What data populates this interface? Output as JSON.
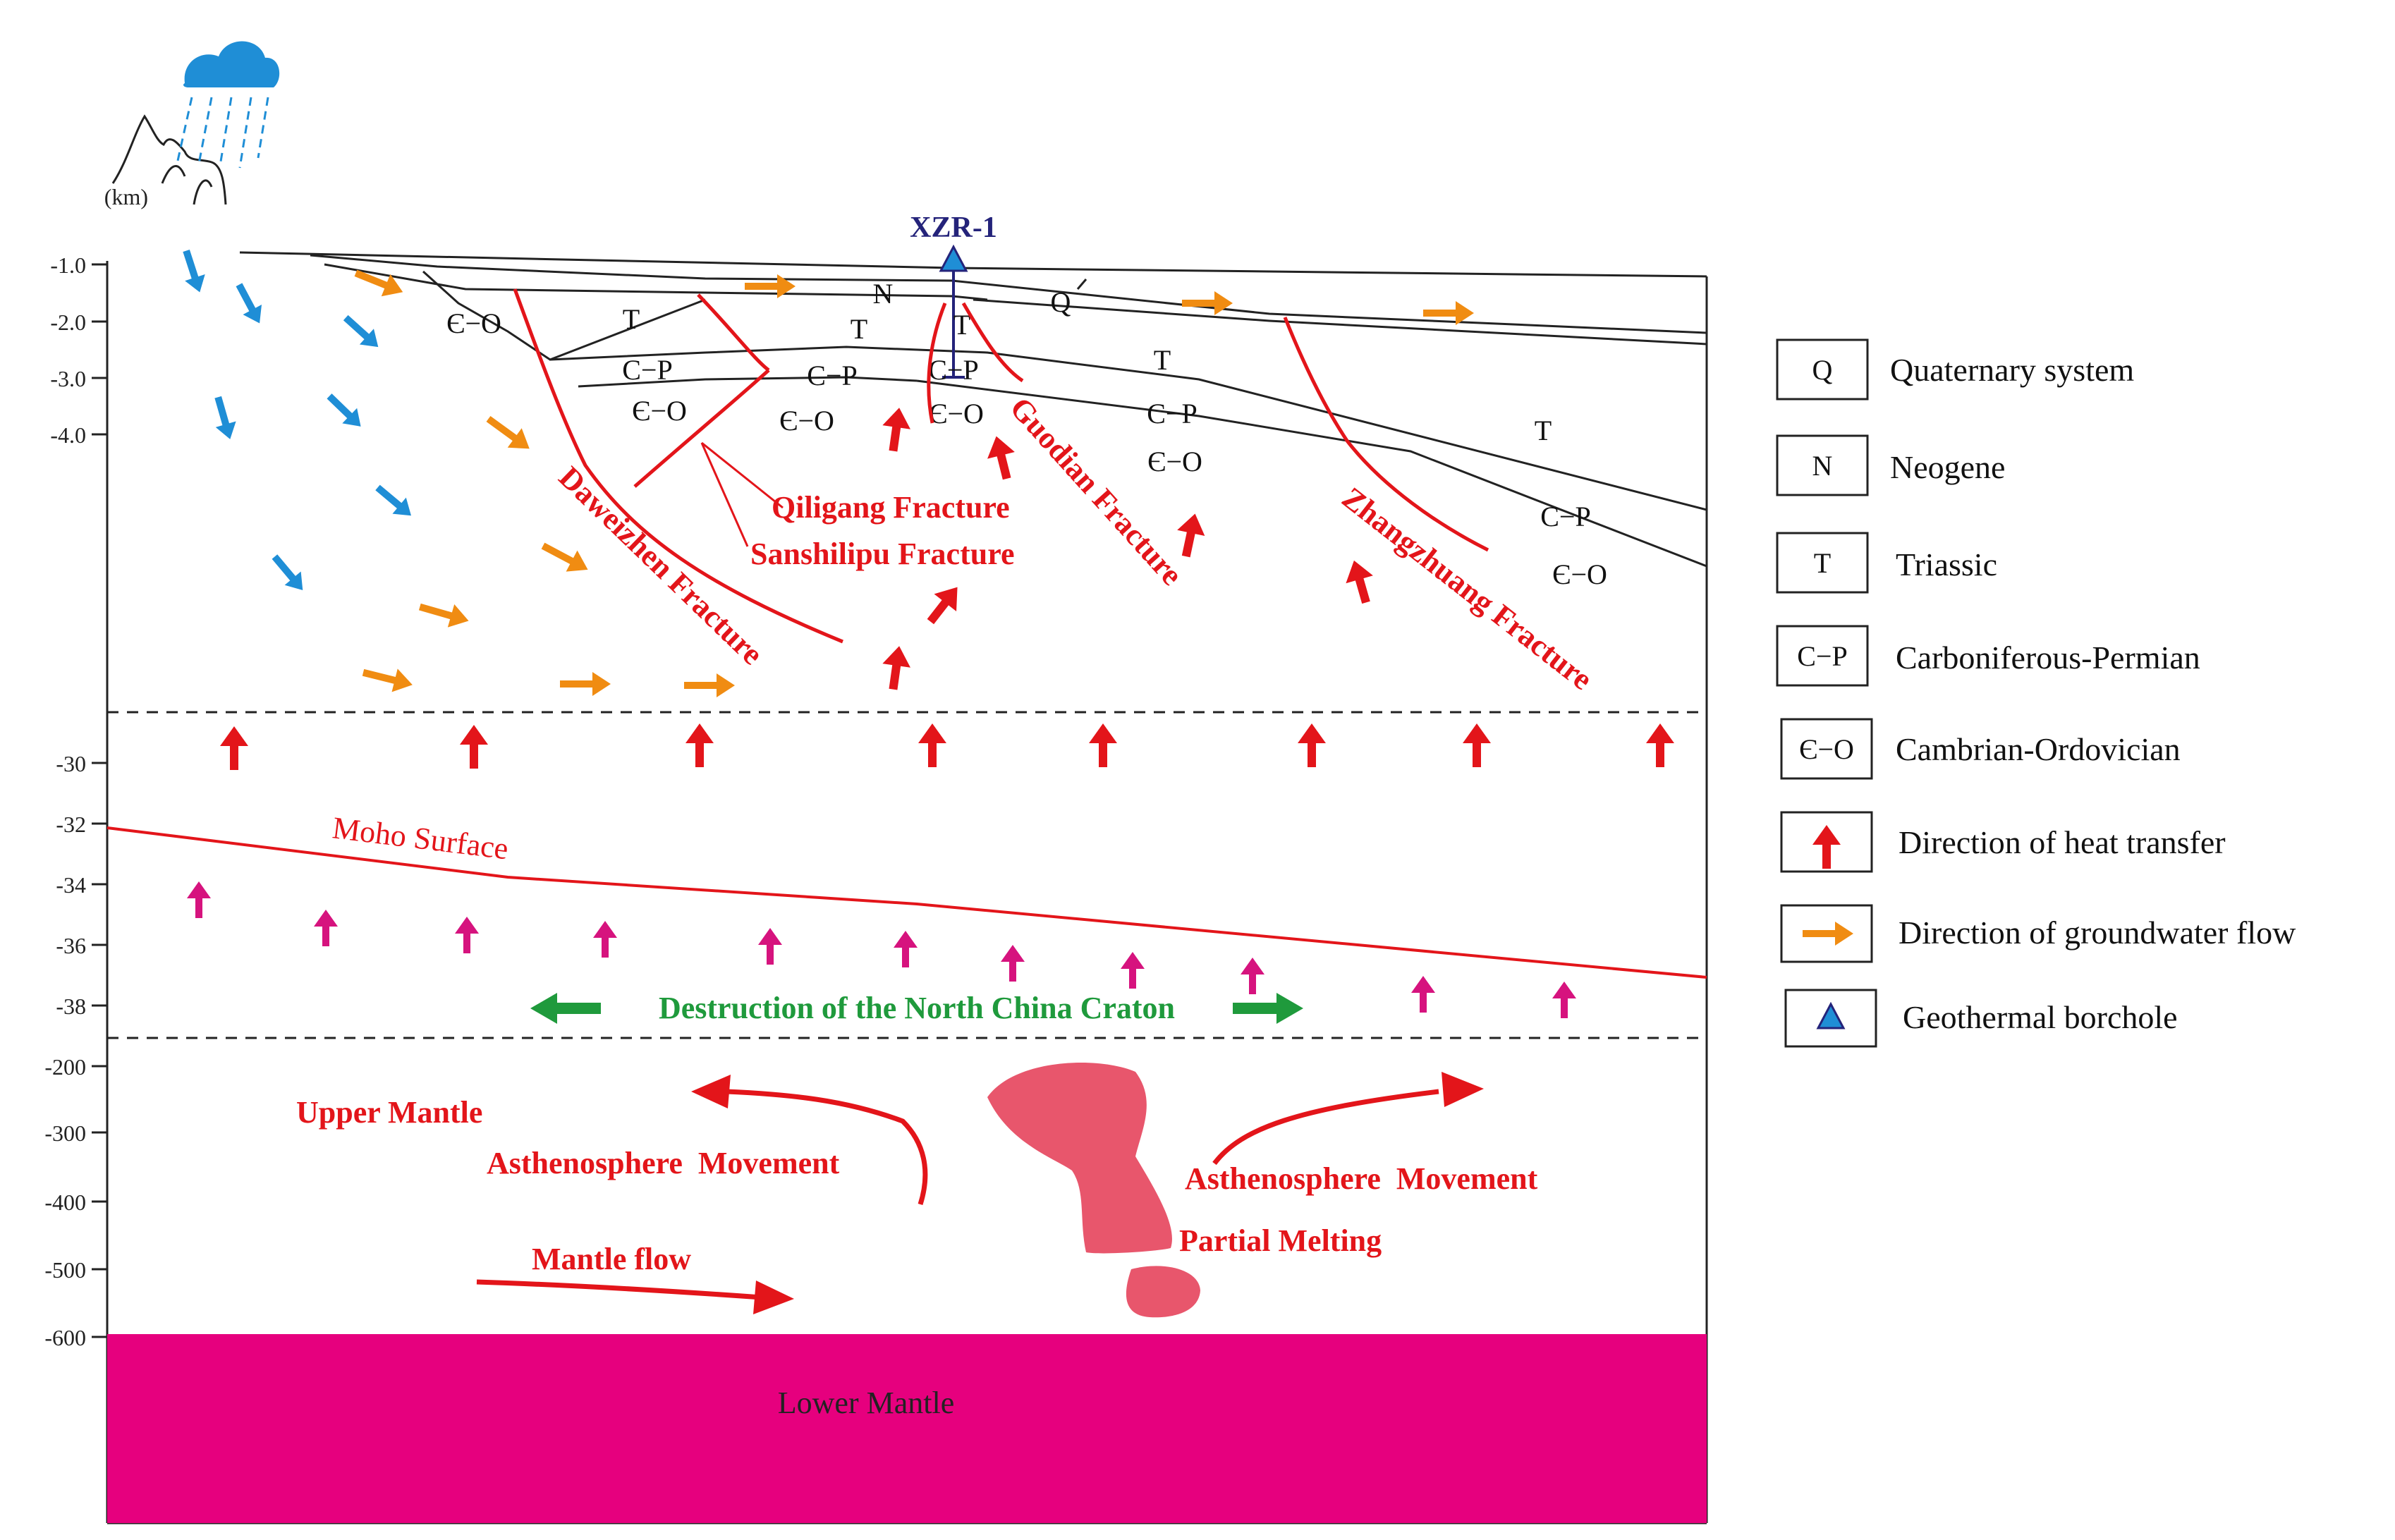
{
  "axis": {
    "unit": "(km)",
    "upper_ticks": [
      "-1.0",
      "-2.0",
      "-3.0",
      "-4.0"
    ],
    "middle_ticks": [
      "-30",
      "-32",
      "-34",
      "-36",
      "-38"
    ],
    "lower_ticks": [
      "-200",
      "-300",
      "-400",
      "-500",
      "-600"
    ]
  },
  "borehole": {
    "label": "XZR-1"
  },
  "strata_labels": {
    "q": "Q",
    "n": "N",
    "t": "T",
    "cp": "C−P",
    "eo": "Є−O"
  },
  "fractures": {
    "daweizhen": "Daweizhen Fracture",
    "qiligang": "Qiligang Fracture",
    "sanshilipu": "Sanshilipu Fracture",
    "guodian": "Guodian Fracture",
    "zhangzhuang": "Zhangzhuang Fracture"
  },
  "deep_labels": {
    "moho": "Moho Surface",
    "craton": "Destruction of the North China Craton",
    "upper_mantle": "Upper Mantle",
    "astheno_left": "Asthenosphere  Movement",
    "astheno_right": "Asthenosphere  Movement",
    "partial_melting": "Partial Melting",
    "mantle_flow": "Mantle flow",
    "lower_mantle": "Lower Mantle"
  },
  "legend": [
    {
      "symbol": "Q",
      "text": "Quaternary system"
    },
    {
      "symbol": "N",
      "text": "Neogene"
    },
    {
      "symbol": "T",
      "text": "Triassic"
    },
    {
      "symbol": "C−P",
      "text": "Carboniferous-Permian"
    },
    {
      "symbol": "Є−O",
      "text": "Cambrian-Ordovician"
    },
    {
      "symbol": "heat-arrow",
      "text": "Direction of heat transfer"
    },
    {
      "symbol": "groundwater-arrow",
      "text": "Direction of groundwater flow"
    },
    {
      "symbol": "borehole-triangle",
      "text": "Geothermal borchole"
    }
  ],
  "colors": {
    "fracture_red": "#e3151a",
    "heat_red": "#e3151a",
    "groundwater_orange": "#f08c12",
    "rain_blue": "#1f8ed6",
    "upwelling_magenta": "#d6137e",
    "craton_green": "#1f9a3c",
    "lower_mantle": "#e6007e",
    "melt_pink": "#e8566c",
    "borehole_navy": "#24237a"
  }
}
